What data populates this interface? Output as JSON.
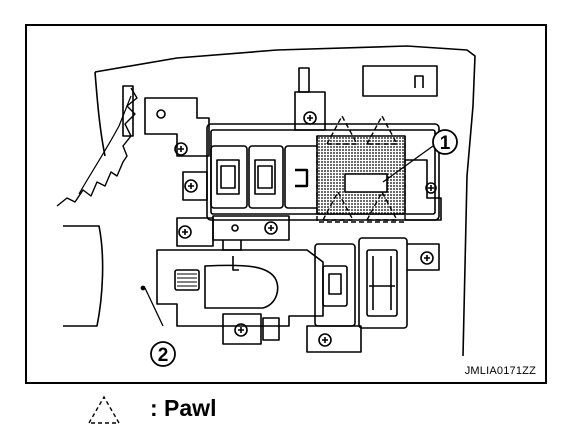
{
  "figure": {
    "code": "JMLIA0171ZZ",
    "callouts": [
      {
        "label": "1"
      },
      {
        "label": "2"
      }
    ]
  },
  "legend": {
    "symbol": "pawl-triangle-icon",
    "text": ": Pawl"
  }
}
